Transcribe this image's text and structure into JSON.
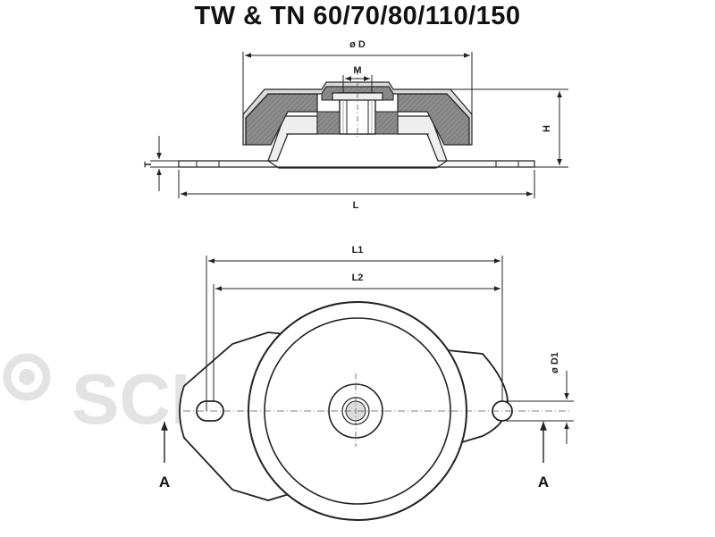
{
  "title": "TW & TN 60/70/80/110/150",
  "watermark": {
    "text": "SCHIESSL",
    "color": "#e3e3e3"
  },
  "labels": {
    "diameter_d": "ø D",
    "m": "M",
    "h": "H",
    "t": "T",
    "l": "L",
    "l1": "L1",
    "l2": "L2",
    "diameter_d1": "ø D1",
    "section_left": "A",
    "section_right": "A"
  },
  "colors": {
    "line": "#222222",
    "rubber": "#8c8c8c",
    "fill_light": "#f4f4f4"
  }
}
